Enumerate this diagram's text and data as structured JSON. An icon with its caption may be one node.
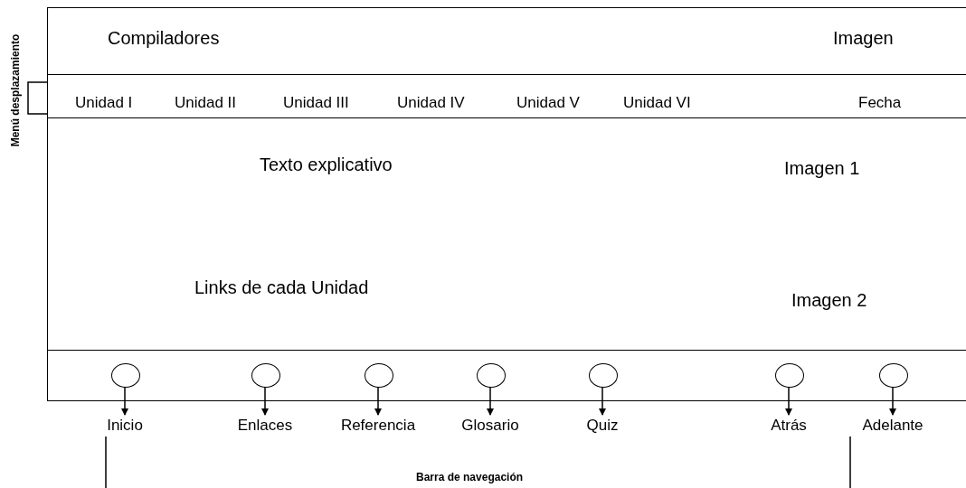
{
  "diagram": {
    "nodes": [
      {
        "text": [
          "Compiladores",
          "Imagen"
        ]
      },
      {
        "text": [
          "Unidad I",
          "Unidad II",
          "Unidad III",
          "Unidad IV",
          "Unidad V",
          "Unidad VI",
          "Fecha"
        ]
      },
      {
        "text": [
          "Texto explicativo",
          "Imagen 1",
          "Links de cada Unidad",
          "Imagen 2"
        ]
      },
      {
        "text": [],
        "shape": "bar"
      },
      {
        "text": [],
        "shape": "circle",
        "in": 3
      },
      {
        "text": [],
        "shape": "circle",
        "in": 3
      },
      {
        "text": [],
        "shape": "circle",
        "in": 3
      },
      {
        "text": [],
        "shape": "circle",
        "in": 3
      },
      {
        "text": [],
        "shape": "circle",
        "in": 3
      },
      {
        "text": [],
        "shape": "circle",
        "in": 3
      },
      {
        "text": [],
        "shape": "circle",
        "in": 3
      },
      {
        "text": [
          "Inicio"
        ]
      },
      {
        "text": [
          "Enlaces"
        ]
      },
      {
        "text": [
          "Referencia"
        ]
      },
      {
        "text": [
          "Glosario"
        ]
      },
      {
        "text": [
          "Quiz"
        ]
      },
      {
        "text": [
          "Atrás"
        ]
      },
      {
        "text": [
          "Adelante"
        ]
      }
    ],
    "edges": [
      {
        "from": 4,
        "to": 11,
        "arrow": "to"
      },
      {
        "from": 5,
        "to": 12,
        "arrow": "to"
      },
      {
        "from": 6,
        "to": 13,
        "arrow": "to"
      },
      {
        "from": 7,
        "to": 14,
        "arrow": "to"
      },
      {
        "from": 8,
        "to": 15,
        "arrow": "to"
      },
      {
        "from": 9,
        "to": 16,
        "arrow": "to"
      },
      {
        "from": 10,
        "to": 17,
        "arrow": "to"
      }
    ],
    "labels": [
      "Menú desplazamiento",
      "Barra de navegación"
    ]
  }
}
